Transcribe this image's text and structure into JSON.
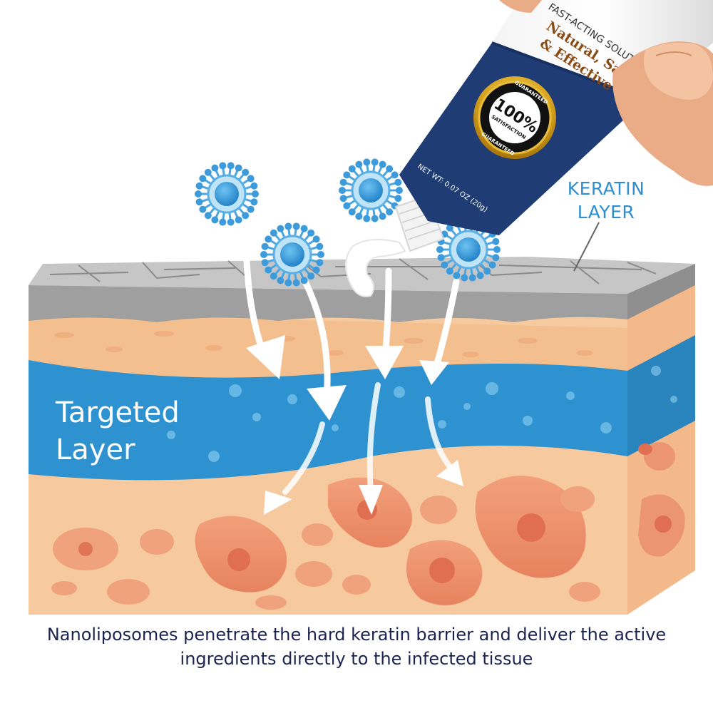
{
  "product": {
    "tube_heading": "FAST-ACTING SOLUTION",
    "tagline_line1": "Natural, Safe",
    "tagline_line2": "& Effective",
    "seal_percent": "100%",
    "seal_text": "SATISFACTION",
    "seal_top": "GUARANTEED",
    "seal_bottom": "GUARANTEED",
    "net_weight": "NET WT: 0.07 OZ  (20g)"
  },
  "labels": {
    "keratin_line1": "KERATIN",
    "keratin_line2": "LAYER",
    "targeted_line1": "Targeted",
    "targeted_line2": "Layer"
  },
  "caption": "Nanoliposomes penetrate the hard keratin barrier and deliver the active ingredients directly to the infected tissue",
  "colors": {
    "keratin_gray": "#b3b3b3",
    "dermis_peach": "#f6c99e",
    "targeted_blue": "#2d92cf",
    "tube_navy": "#1f3d74",
    "label_blue": "#2e8fd0",
    "caption_navy": "#1c2351",
    "gold_seal": "#d9a520",
    "lesion_red": "#e9805e"
  },
  "icons": [
    "nanoliposome-icon",
    "penetration-arrow-icon",
    "guarantee-seal-icon",
    "hand-icon",
    "cream-tube-icon"
  ]
}
